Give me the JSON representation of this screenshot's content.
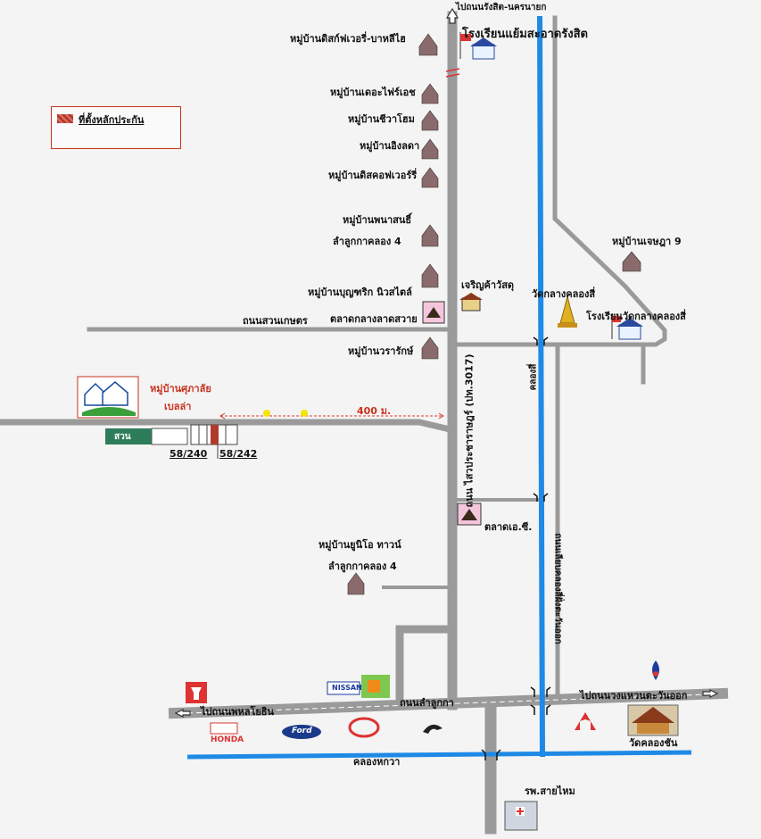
{
  "legend": {
    "label": "ที่ตั้งหลักประกัน"
  },
  "top_exit": "ไปถนนรังสิต-นครนายก",
  "right_exit": "ไปถนนวงแหวนตะวันออก",
  "left_exit": "ไปถนนพหลโยธิน",
  "villages": [
    "หมู่บ้านดิสก์ฟเวอรี่-บาหลีไฮ",
    "หมู่บ้านเดอะไฟร์เอช",
    "หมู่บ้านชีวาโฮม",
    "หมู่บ้านอิงลดา",
    "หมู่บ้านดิสคอฟเวอร์รี่",
    "หมู่บ้านพนาสนธิ์",
    "ลำลูกกาคลอง 4",
    "หมู่บ้านบุญฑริก นิวสไตล์",
    "หมู่บ้านวรารักษ์",
    "หมู่บ้านยูนิโอ ทาวน์",
    "ลำลูกกาคลอง 4",
    "หมู่บ้านเจษฎา 9"
  ],
  "places": {
    "school1": "โรงเรียนแย้มสะอาดรังสิต",
    "school2": "โรงเรียนวัดกลางคลองสี่",
    "temple1": "วัดกลางคลองสี่",
    "temple2": "วัดคลองชัน",
    "market1": "ตลาดกลางลาดสวาย",
    "market2": "ตลาดเอ.ซี.",
    "shop": "เจริญค้าวัสดุ",
    "hospital": "รพ.สายไหม",
    "subject_village_1": "หมู่บ้านศุภาลัย",
    "subject_village_2": "เบลล่า"
  },
  "roads": {
    "suan_kaset": "ถนนสวนเกษตร",
    "main_road": "ถนน ไสวประชาราษฎร์ (ปท.3017)",
    "lamlukka": "ถนนลำลูกกา",
    "canal4": "คลองสี่",
    "canal_road": "ถนนเลียบคลองสี่ฝั่งตะวันออก",
    "canal_hok_wa": "คลองหกวา"
  },
  "distance": "400 ม.",
  "plots": {
    "garden": "สวน",
    "left": "58/240",
    "right": "58/242"
  },
  "brands": [
    "HONDA",
    "NISSAN",
    "Ford"
  ]
}
